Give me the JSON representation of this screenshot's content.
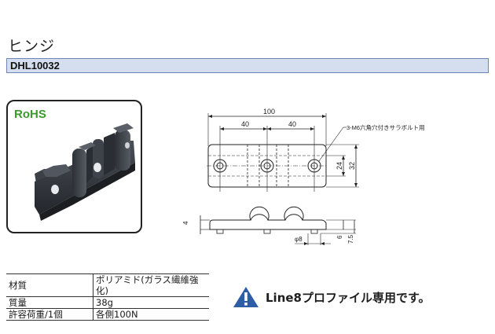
{
  "header": {
    "title": "ヒンジ",
    "model": "DHL10032"
  },
  "badge": {
    "rohs": "RoHS"
  },
  "drawing": {
    "dim_overall": "100",
    "dim_pitch_left": "40",
    "dim_pitch_right": "40",
    "callout": "3-M6六角穴付きサラボルト用",
    "dim_24": "24",
    "dim_32": "32",
    "dim_4": "4",
    "dim_6": "6",
    "dim_7_5": "7.5",
    "dim_phi8": "φ8"
  },
  "specs": [
    {
      "key": "材質",
      "value": "ポリアミド(ガラス繊維強化)"
    },
    {
      "key": "質量",
      "value": "38g"
    },
    {
      "key": "許容荷重/1個",
      "value": "各側100N"
    }
  ],
  "notice": {
    "icon": "warning-icon",
    "text": "Line8プロファイル専用です。",
    "color": "#2e5da8"
  }
}
